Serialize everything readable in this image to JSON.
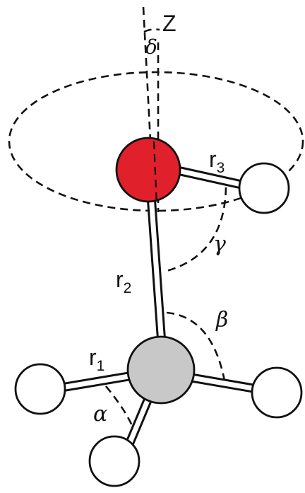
{
  "labels": {
    "z_axis": "Z",
    "delta": "δ",
    "r3": "r",
    "r3_sub": "3",
    "gamma": "γ",
    "r2": "r",
    "r2_sub": "2",
    "beta": "β",
    "r1": "r",
    "r1_sub": "1",
    "alpha": "α"
  },
  "colors": {
    "oxygen_atom": "#e0202a",
    "carbon_atom": "#c8c8c8",
    "hydrogen_atom": "#ffffff",
    "lines": "#111111"
  }
}
